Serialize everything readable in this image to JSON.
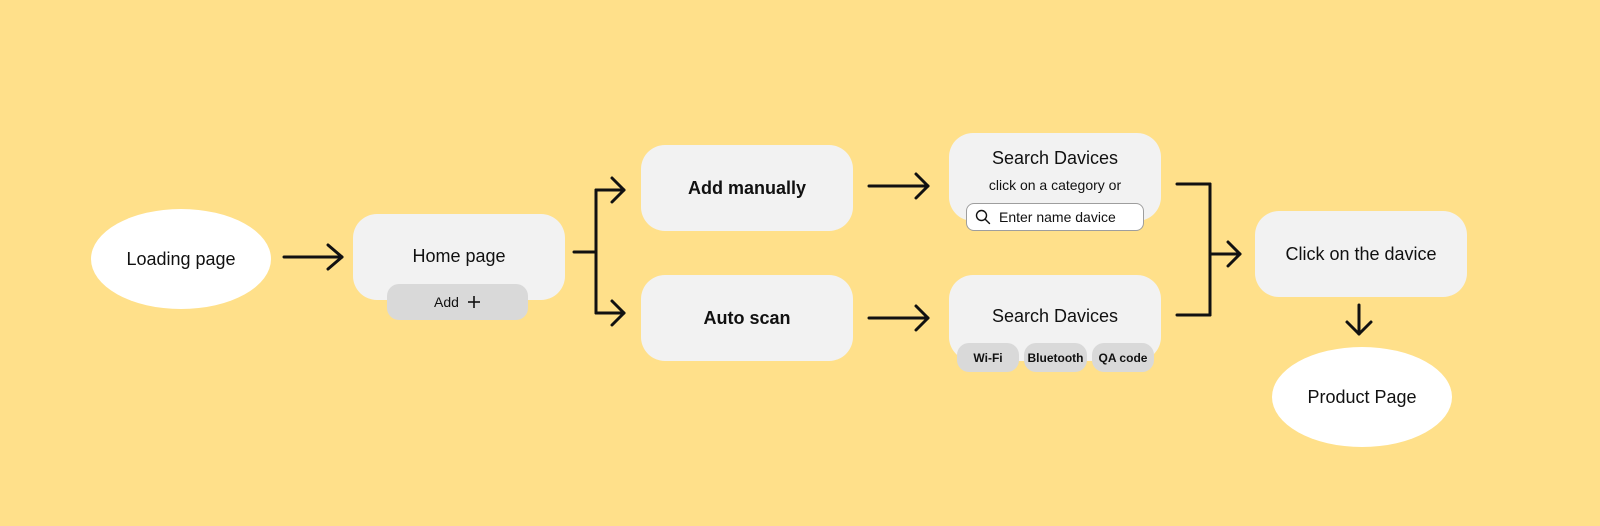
{
  "colors": {
    "background": "#FFE08A",
    "ellipse_fill": "#FFFFFF",
    "card_fill": "#F2F2F2",
    "pill_fill": "#D9D9D9",
    "arrow_stroke": "#111111"
  },
  "nodes": {
    "loading": {
      "label": "Loading page"
    },
    "home": {
      "label": "Home page",
      "add_label": "Add",
      "add_icon": "plus-icon"
    },
    "add_manually": {
      "label": "Add manually"
    },
    "auto_scan": {
      "label": "Auto scan"
    },
    "search_manual": {
      "title": "Search Davices",
      "subtitle": "click on a category  or",
      "input_value": "Enter name davice",
      "input_icon": "search-icon"
    },
    "search_auto": {
      "title": "Search Davices",
      "chips": [
        "Wi-Fi",
        "Bluetooth",
        "QA code"
      ]
    },
    "click_device": {
      "label": "Click on the davice"
    },
    "product": {
      "label": "Product Page"
    }
  }
}
